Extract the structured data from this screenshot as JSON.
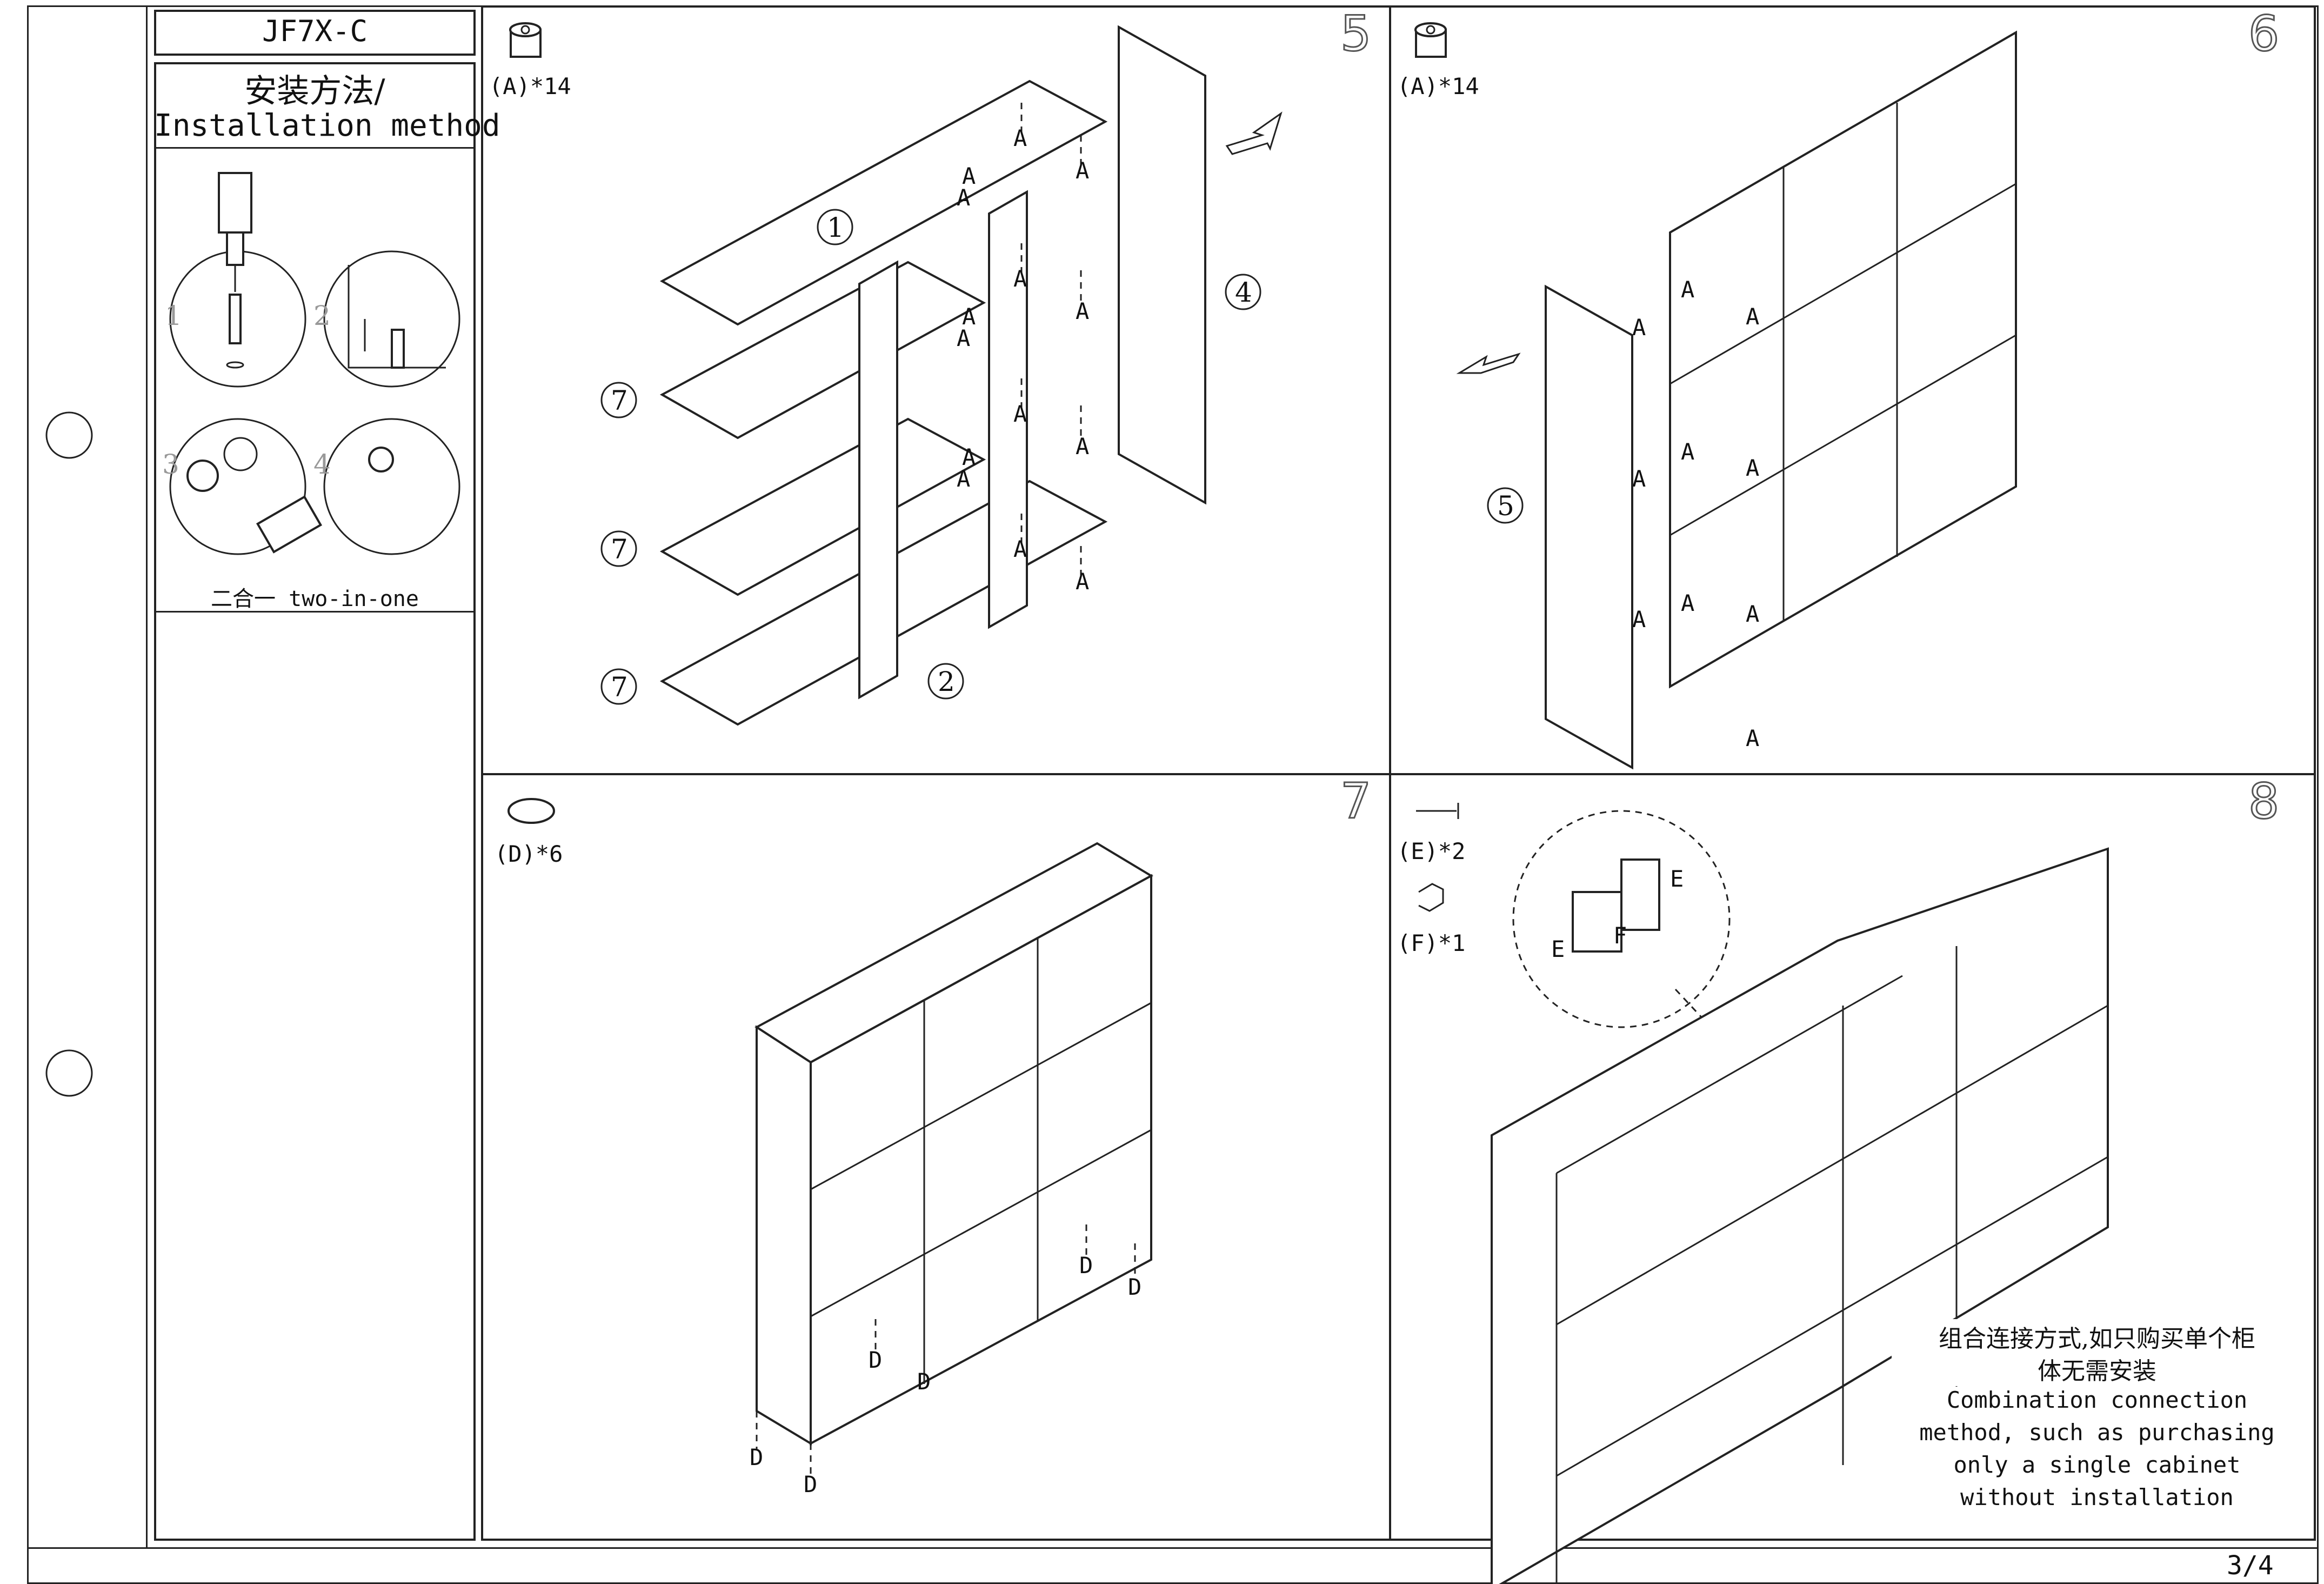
{
  "header": {
    "model": "JF7X-C",
    "method_cn": "安装方法/",
    "method_en": "Installation method",
    "two_in_one": "二合一 two-in-one",
    "small_step_nums": [
      "1",
      "2",
      "3",
      "4"
    ]
  },
  "panels": {
    "step5": {
      "num": "5",
      "part": "(A)*14",
      "callouts": [
        "1",
        "2",
        "4",
        "7",
        "7",
        "7"
      ],
      "label": "A"
    },
    "step6": {
      "num": "6",
      "part": "(A)*14",
      "callouts": [
        "5"
      ],
      "label": "A"
    },
    "step7": {
      "num": "7",
      "part": "(D)*6",
      "label": "D"
    },
    "step8": {
      "num": "8",
      "part_e": "(E)*2",
      "part_f": "(F)*1",
      "detail_e": "E",
      "detail_f": "F",
      "note_cn_1": "组合连接方式,如只购买单个柜",
      "note_cn_2": "体无需安装",
      "note_en": [
        "Combination connection",
        "method, such as purchasing",
        "only a single cabinet",
        "without installation"
      ]
    }
  },
  "footer": {
    "page": "3/4"
  }
}
